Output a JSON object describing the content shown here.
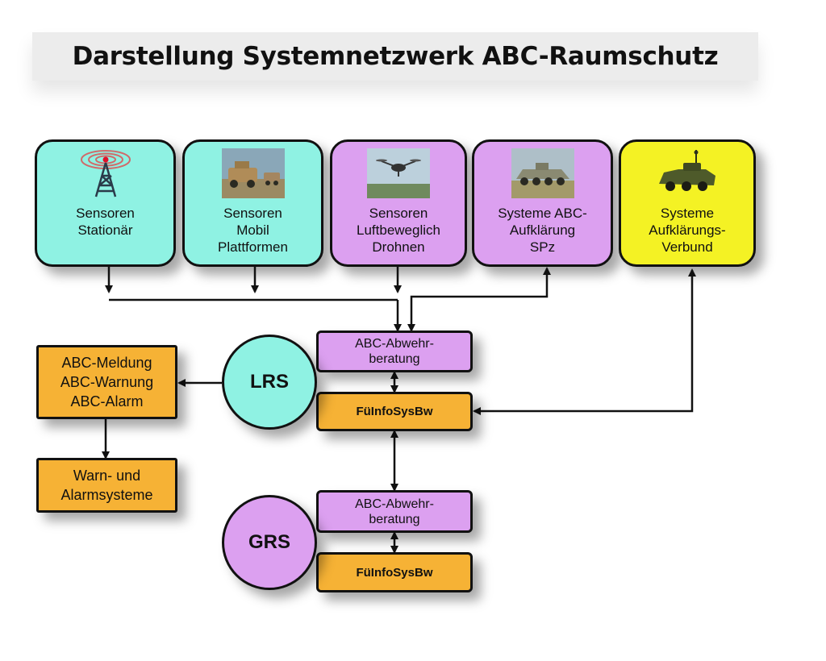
{
  "title": "Darstellung Systemnetzwerk ABC-Raumschutz",
  "sensors": [
    {
      "lines": [
        "Sensoren",
        "Stationär"
      ],
      "icon": "radio-tower-icon"
    },
    {
      "lines": [
        "Sensoren",
        "Mobil",
        "Plattformen"
      ],
      "icon": "armored-vehicle-photo"
    },
    {
      "lines": [
        "Sensoren",
        "Luftbeweglich",
        "Drohnen"
      ],
      "icon": "drone-photo"
    },
    {
      "lines": [
        "Systeme ABC-",
        "Aufklärung",
        "SPz"
      ],
      "icon": "recon-tank-photo"
    },
    {
      "lines": [
        "Systeme",
        "Aufklärungs-",
        "Verbund"
      ],
      "icon": "recon-vehicle-icon"
    }
  ],
  "lrs": {
    "label": "LRS",
    "abwehr_lines": [
      "ABC-Abwehr-",
      "beratung"
    ],
    "fuel": "FüInfoSysBw"
  },
  "grs": {
    "label": "GRS",
    "abwehr_lines": [
      "ABC-Abwehr-",
      "beratung"
    ],
    "fuel": "FüInfoSysBw"
  },
  "messages": {
    "lines": [
      "ABC-Meldung",
      "ABC-Warnung",
      "ABC-Alarm"
    ]
  },
  "warn": {
    "lines": [
      "Warn- und",
      "Alarmsysteme"
    ]
  },
  "colors": {
    "cyan": "#8ff2e3",
    "purple": "#dca0f0",
    "yellow": "#f4f224",
    "orange": "#f6b235"
  }
}
